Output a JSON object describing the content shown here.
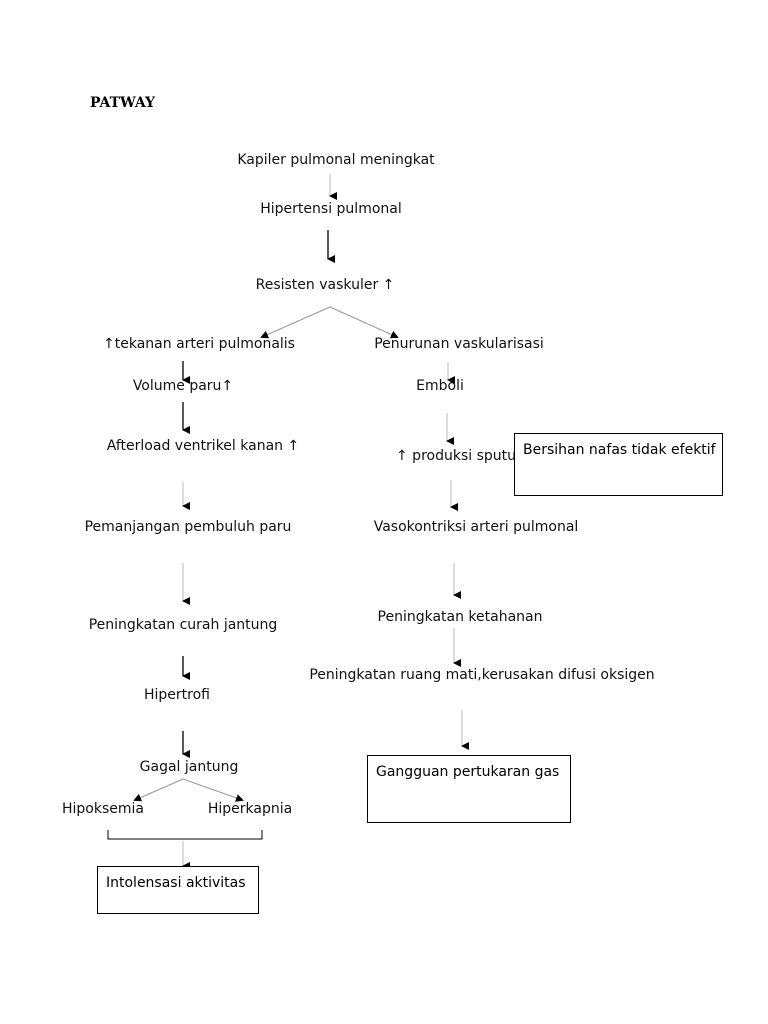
{
  "title": "PATWAY",
  "center": {
    "kapiler": "Kapiler pulmonal meningkat",
    "hipertensi": "Hipertensi pulmonal",
    "resisten": "Resisten vaskuler ↑"
  },
  "left": {
    "tekanan": "↑tekanan arteri pulmonalis",
    "volume": "Volume paru↑",
    "afterload": "Afterload ventrikel kanan ↑",
    "pemanjangan": "Pemanjangan pembuluh paru",
    "curah": "Peningkatan curah jantung",
    "hipertrofi": "Hipertrofi",
    "gagal": "Gagal jantung",
    "hipoksemia": "Hipoksemia",
    "hiperkapnia": "Hiperkapnia",
    "intolensasi": "Intolensasi aktivitas"
  },
  "right": {
    "penurunan": "Penurunan vaskularisasi",
    "emboli": "Emboli",
    "sputum": "↑ produksi sputu",
    "bersihan": "Bersihan nafas tidak efektif",
    "vasokontriksi": "Vasokontriksi arteri pulmonal",
    "ketahanan": "Peningkatan ketahanan",
    "ruang": "Peningkatan ruang mati,kerusakan difusi oksigen",
    "gangguan": "Gangguan pertukaran gas"
  }
}
